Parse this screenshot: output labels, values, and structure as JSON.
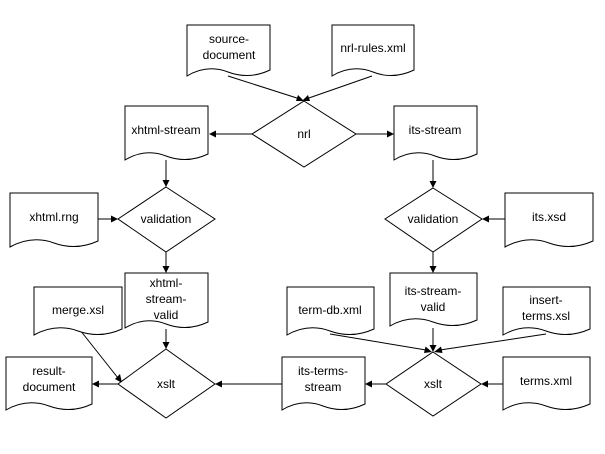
{
  "nodes": {
    "source_document": {
      "line1": "source-",
      "line2": "document"
    },
    "nrl_rules_xml": "nrl-rules.xml",
    "nrl": "nrl",
    "xhtml_stream": "xhtml-stream",
    "its_stream": "its-stream",
    "xhtml_rng": "xhtml.rng",
    "validation_left": "validation",
    "validation_right": "validation",
    "its_xsd": "its.xsd",
    "merge_xsl": "merge.xsl",
    "xhtml_stream_valid": {
      "line1": "xhtml-",
      "line2": "stream-",
      "line3": "valid"
    },
    "term_db_xml": "term-db.xml",
    "its_stream_valid": {
      "line1": "its-stream-",
      "line2": "valid"
    },
    "insert_terms_xsl": {
      "line1": "insert-",
      "line2": "terms.xsl"
    },
    "result_document": {
      "line1": "result-",
      "line2": "document"
    },
    "xslt_left": "xslt",
    "its_terms_stream": {
      "line1": "its-terms-",
      "line2": "stream"
    },
    "xslt_right": "xslt",
    "terms_xml": "terms.xml"
  }
}
